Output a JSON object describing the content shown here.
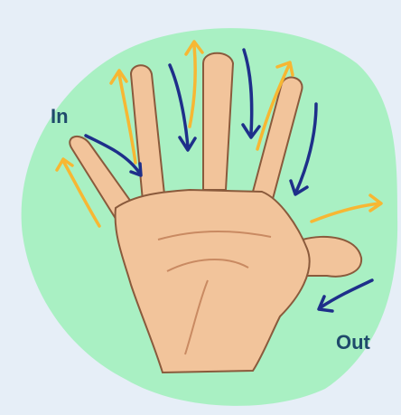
{
  "labels": {
    "in": "In",
    "out": "Out"
  },
  "colors": {
    "background": "#e6eef7",
    "blob": "#a9f0c3",
    "skin": "#f2c49b",
    "skin_shadow": "#dba27a",
    "outline": "#8a5a3c",
    "in_arrow": "#f7b733",
    "out_arrow": "#1e2f8a",
    "label_text": "#1f4a6b"
  },
  "icons": {
    "hand": "hand-illustration",
    "in_arrow": "orange-up-arrow",
    "out_arrow": "navy-down-arrow"
  }
}
